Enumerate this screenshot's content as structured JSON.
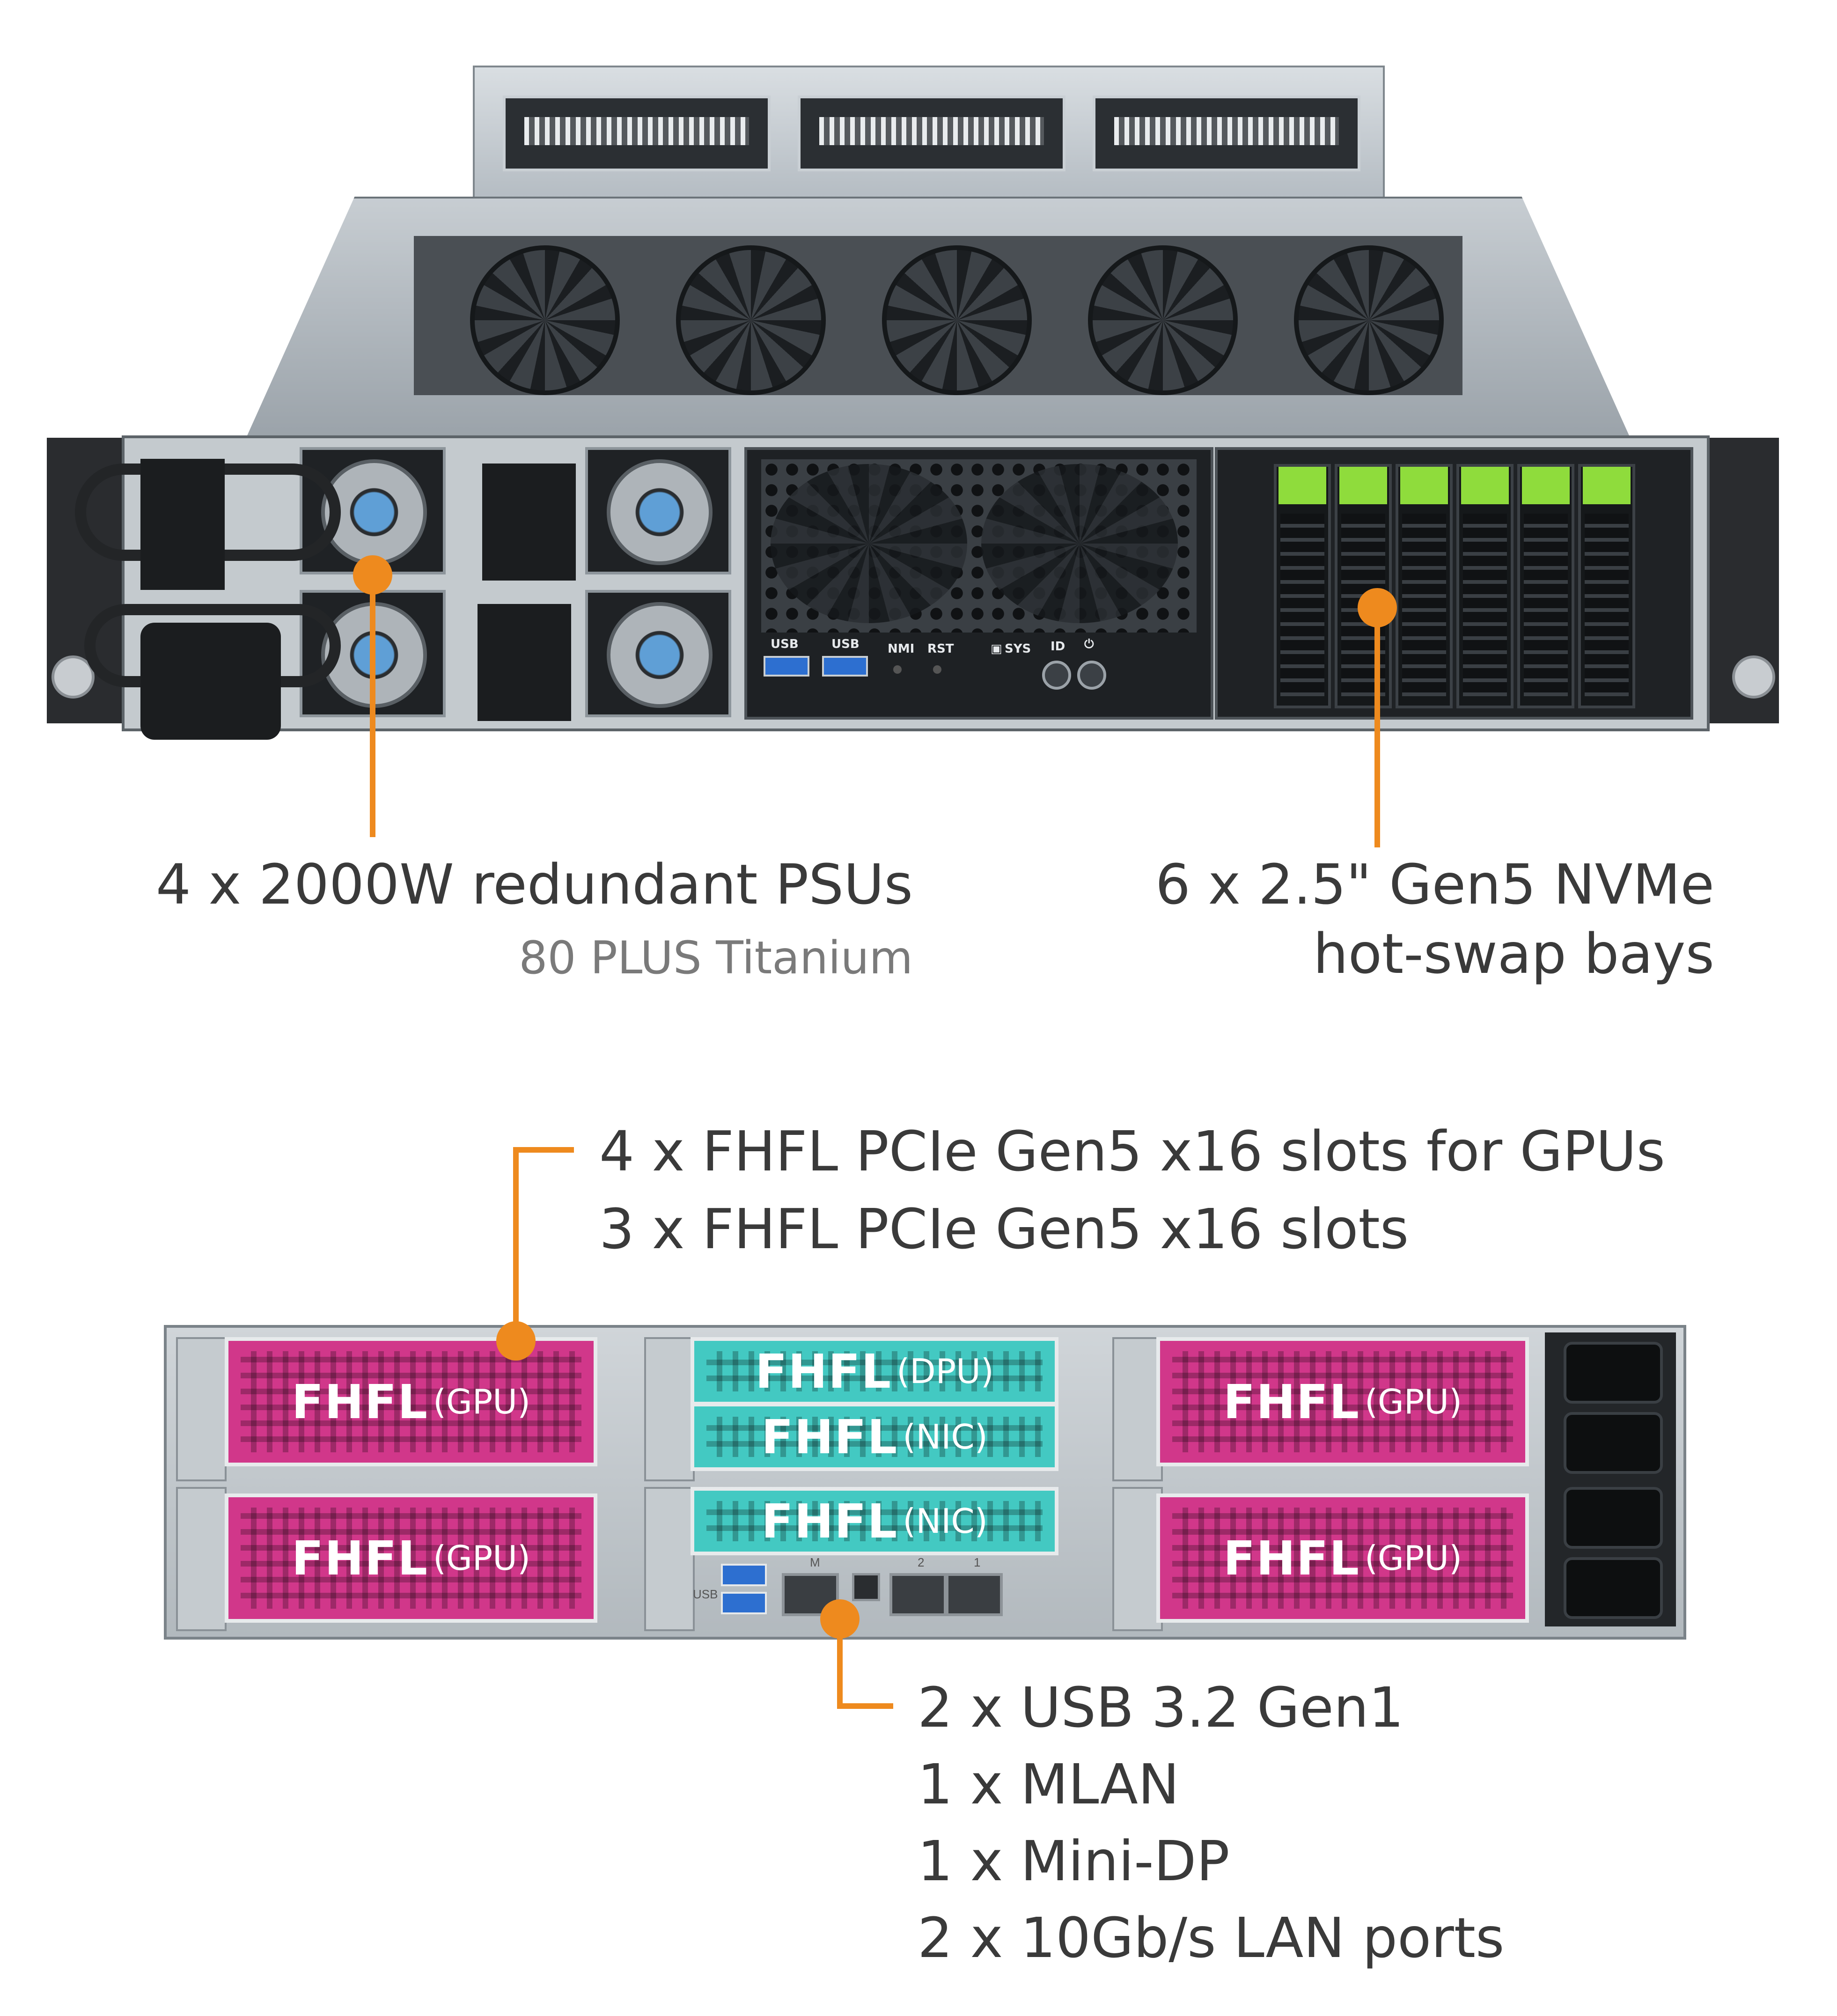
{
  "front_view": {
    "panel_labels": {
      "usb_1": "USB",
      "usb_2": "USB",
      "nmi": "NMI",
      "rst": "RST",
      "sys": "SYS",
      "id": "ID"
    },
    "callouts": {
      "psu_title": "4 x 2000W redundant PSUs",
      "psu_subtitle": "80 PLUS Titanium",
      "nvme_line1": "6 x 2.5\" Gen5 NVMe",
      "nvme_line2": "hot-swap bays"
    }
  },
  "rear_view": {
    "slots": [
      {
        "name": "FHFL",
        "tag": "(GPU)"
      },
      {
        "name": "FHFL",
        "tag": "(GPU)"
      },
      {
        "name": "FHFL",
        "tag": "(DPU)"
      },
      {
        "name": "FHFL",
        "tag": "(NIC)"
      },
      {
        "name": "FHFL",
        "tag": "(NIC)"
      },
      {
        "name": "FHFL",
        "tag": "(GPU)"
      },
      {
        "name": "FHFL",
        "tag": "(GPU)"
      }
    ],
    "io_labels": {
      "usb": "USB",
      "mlan": "M",
      "lan1": "1",
      "lan2": "2"
    },
    "callouts": {
      "pcie_line1": "4 x FHFL PCIe Gen5 x16 slots for GPUs",
      "pcie_line2": "3 x FHFL PCIe Gen5 x16 slots",
      "io_line1": "2 x USB 3.2 Gen1",
      "io_line2": "1 x MLAN",
      "io_line3": "1 x Mini-DP",
      "io_line4": "2 x 10Gb/s LAN ports"
    }
  },
  "colors": {
    "accent": "#ee8a1e",
    "gpu_slot": "#d1378a",
    "dpu_nic_slot": "#43c9c2",
    "drive_latch": "#8fdc3c"
  }
}
